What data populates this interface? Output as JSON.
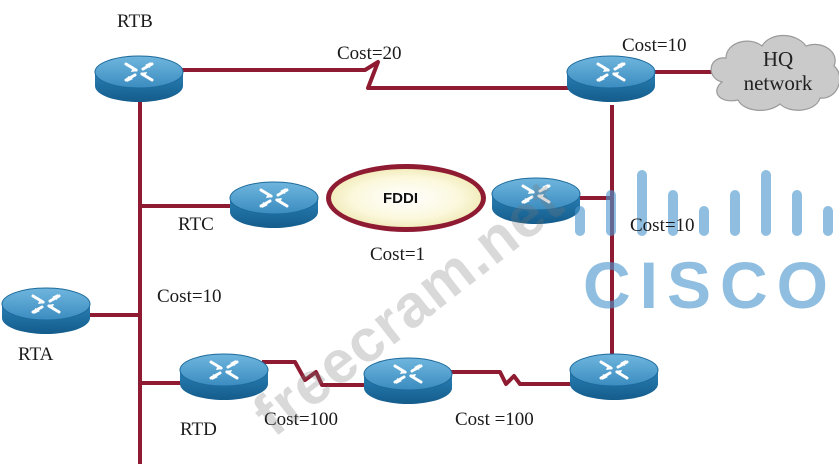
{
  "routers": {
    "rtb": "RTB",
    "rtc": "RTC",
    "rta": "RTA",
    "rtd": "RTD"
  },
  "links": {
    "rtb_hq_cost": "Cost=20",
    "hq_link_cost": "Cost=10",
    "right_vertical_cost": "Cost=10",
    "fddi_cost": "Cost=1",
    "left_vertical_cost": "Cost=10",
    "rtd_mid_cost": "Cost=100",
    "mid_right_cost": "Cost =100"
  },
  "fddi": {
    "label": "FDDI"
  },
  "hq": {
    "line1": "HQ",
    "line2": "network"
  },
  "watermark": {
    "text": "freecram.net"
  },
  "logo": {
    "word": "CISCO"
  },
  "colors": {
    "link": "#8e1b32",
    "router_top": "#4d9cc9",
    "router_body": "#1f6fa3",
    "fddi_ring": "#f4efbf",
    "cloud": "#c8c8c8",
    "cisco_blue": "#4a96cd"
  }
}
